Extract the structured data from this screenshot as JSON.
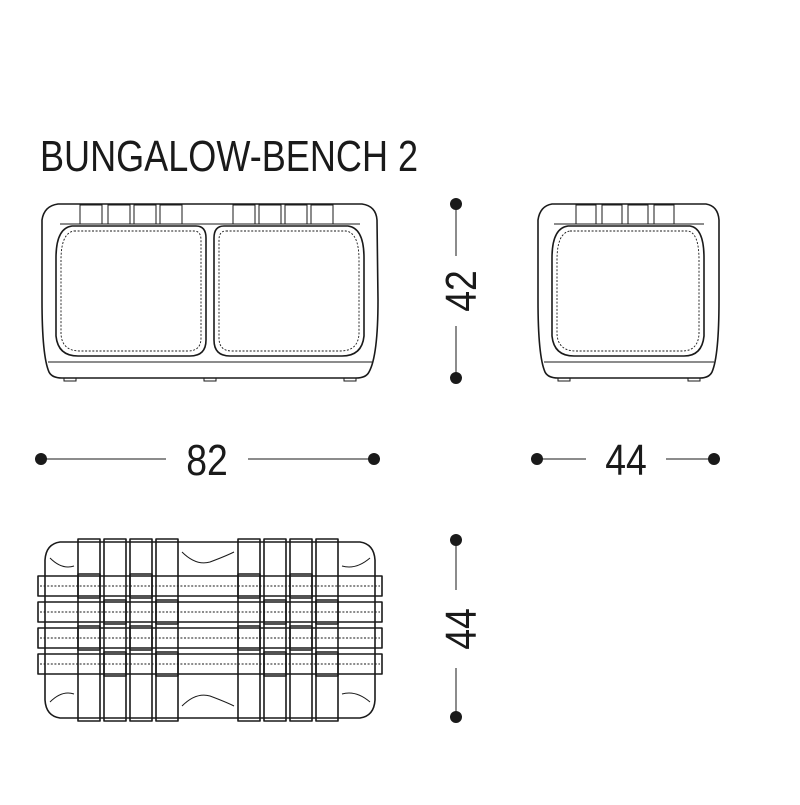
{
  "title": "BUNGALOW-BENCH 2",
  "dimensions": {
    "height": "42",
    "width": "82",
    "depth": "44",
    "top_depth": "44"
  },
  "colors": {
    "ink": "#1a1a1a",
    "background": "#ffffff"
  }
}
